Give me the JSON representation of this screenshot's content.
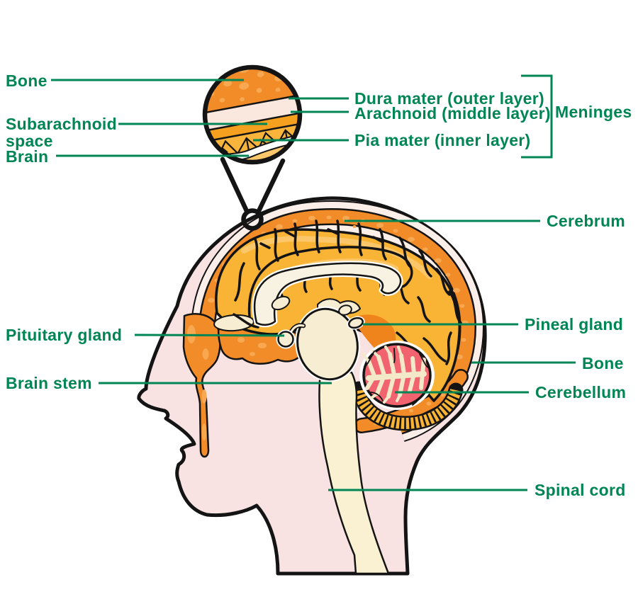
{
  "labels": {
    "bone_left": "Bone",
    "subarachnoid_1": "Subarachnoid",
    "subarachnoid_2": "space",
    "brain": "Brain",
    "dura": "Dura mater (outer layer)",
    "arachnoid": "Arachnoid (middle layer)",
    "pia": "Pia mater (inner layer)",
    "meninges": "Meninges",
    "cerebrum": "Cerebrum",
    "pineal": "Pineal gland",
    "bone_right": "Bone",
    "cerebellum": "Cerebellum",
    "pituitary": "Pituitary gland",
    "brain_stem": "Brain stem",
    "spinal_cord": "Spinal cord"
  },
  "colors": {
    "label_green": "#008554",
    "outline": "#141414",
    "skin": "#F9E2E2",
    "bone": "#F28C28",
    "bone_spot": "#F7A850",
    "brain": "#F9B435",
    "brain_light": "#FBC76A",
    "cream": "#F6EDD3",
    "pale_scalp": "#FCEFE9",
    "dura_pale": "#FAE8DF",
    "arachnoid_orange": "#F5A11F",
    "tentorium": "#F0841C",
    "cerebellum": "#F0636F",
    "cerebellum_cream": "#F3E9C8",
    "spinal": "#FAF0D2",
    "white": "#FFFFFF"
  }
}
